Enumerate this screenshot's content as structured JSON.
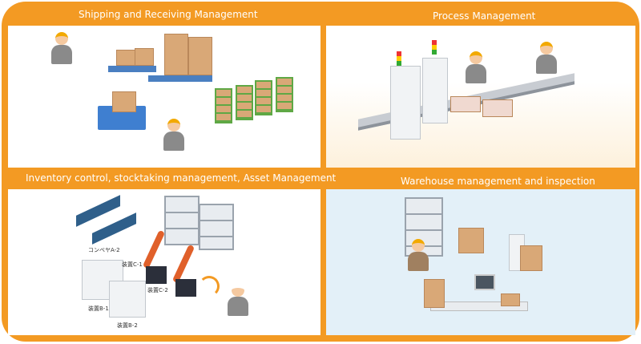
{
  "colors": {
    "accent": "#F39A23",
    "panel_blue": "#e3f0f8"
  },
  "sections": [
    {
      "title": "Shipping and Receiving Management"
    },
    {
      "title": "Process Management"
    },
    {
      "title": "Inventory control, stocktaking management, Asset Management"
    },
    {
      "title": "Warehouse management and inspection"
    }
  ],
  "inventory_labels": {
    "conveyor": "コンベヤA-2",
    "device_c1": "装置C-1",
    "device_c2": "装置C-2",
    "device_b1": "装置B-1",
    "device_b2": "装置B-2"
  }
}
